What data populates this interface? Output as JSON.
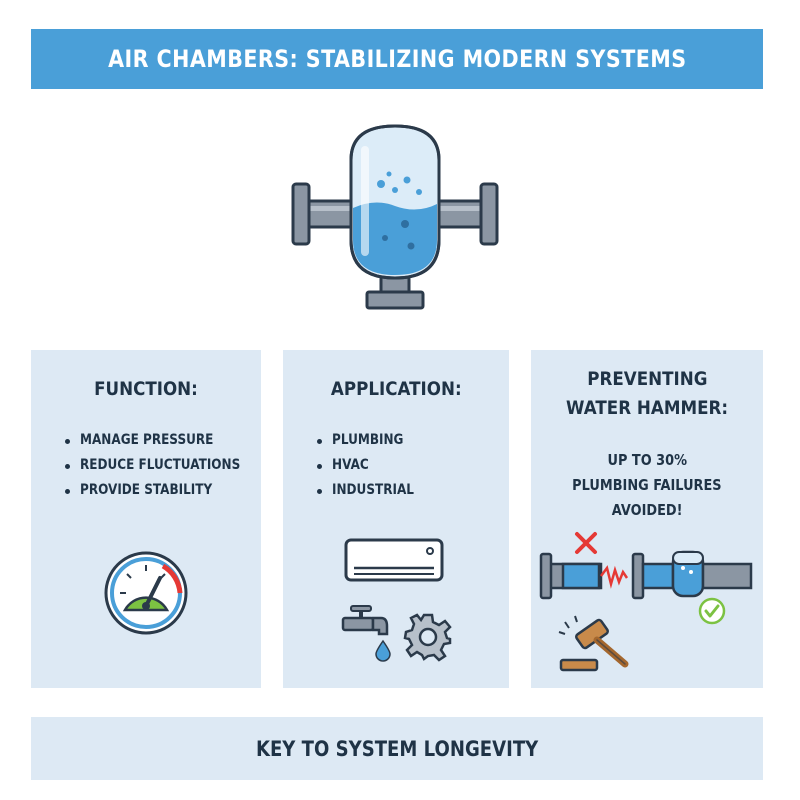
{
  "header": {
    "title": "AIR CHAMBERS: STABILIZING MODERN SYSTEMS"
  },
  "panels": {
    "function": {
      "title": "FUNCTION:",
      "items": [
        "MANAGE PRESSURE",
        "REDUCE FLUCTUATIONS",
        "PROVIDE STABILITY"
      ]
    },
    "application": {
      "title": "APPLICATION:",
      "items": [
        "PLUMBING",
        "HVAC",
        "INDUSTRIAL"
      ]
    },
    "water_hammer": {
      "title_line1": "PREVENTING",
      "title_line2": "WATER HAMMER:",
      "stat_line1": "UP TO 30%",
      "stat_line2": "PLUMBING FAILURES",
      "stat_line3": "AVOIDED!"
    }
  },
  "footer": {
    "text": "KEY TO SYSTEM LONGEVITY"
  },
  "colors": {
    "banner": "#4a9fd8",
    "panel": "#dde9f4",
    "text": "#1f3346",
    "water": "#4a9fd8",
    "pipe": "#8b96a3",
    "error": "#e53935",
    "success": "#7cc242"
  },
  "icons": [
    "air-chamber-icon",
    "pressure-gauge-icon",
    "air-conditioner-icon",
    "faucet-icon",
    "water-drop-icon",
    "gear-icon",
    "pipe-icon",
    "cross-icon",
    "check-icon",
    "gavel-icon"
  ]
}
